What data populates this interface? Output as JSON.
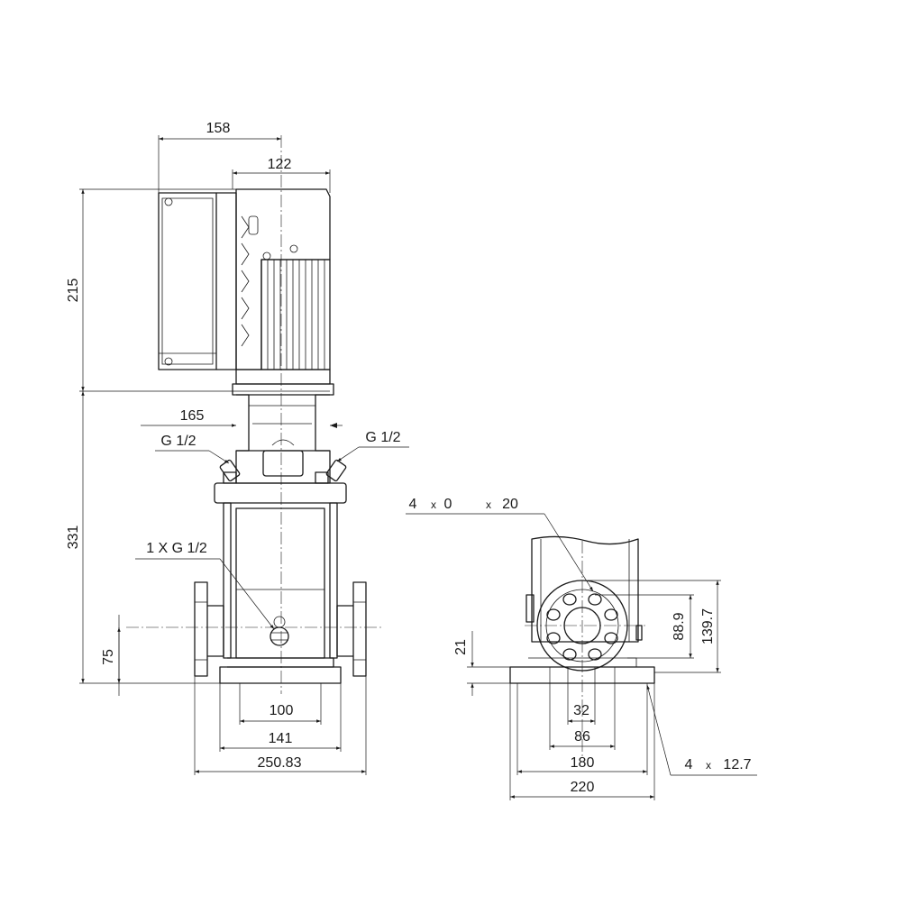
{
  "dimensions": {
    "d158": "158",
    "d122": "122",
    "d215": "215",
    "d165": "165",
    "g12_left": "G 1/2",
    "g12_right": "G 1/2",
    "d331": "331",
    "g12_drain": "1 X G 1/2",
    "d75": "75",
    "d100": "100",
    "d141": "141",
    "d250": "250.83",
    "flange_count": "4",
    "flange_x1": "x",
    "flange_zero": "0",
    "flange_x2": "x",
    "flange_20": "20",
    "d21": "21",
    "d889": "88.9",
    "d1397": "139.7",
    "d32": "32",
    "d86": "86",
    "d180": "180",
    "d220": "220",
    "hole_count": "4",
    "hole_x": "x",
    "hole_127": "12.7"
  }
}
